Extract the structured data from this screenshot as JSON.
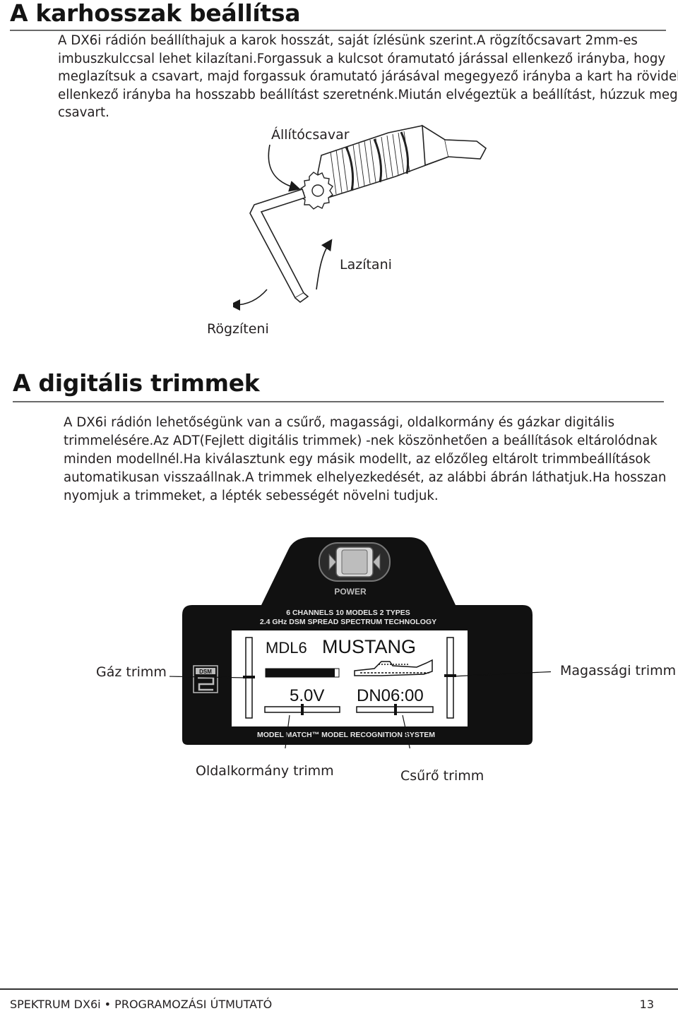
{
  "section1": {
    "title": "A karhosszak beállítsa",
    "lines": [
      "A DX6i rádión beállíthajuk a karok hosszát, saját ízlésünk szerint.A rögzítőcsavart 2mm-es",
      "imbuszkulccsal lehet kilazítani.Forgassuk a kulcsot óramutató járással ellenkező irányba, hogy",
      "meglazítsuk a csavart, majd forgassuk óramutató járásával megegyező irányba a kart ha rövidebb,",
      "ellenkező irányba ha hosszabb beállítást szeretnénk.Miután elvégeztük a beállítást, húzzuk meg a",
      "csavart."
    ],
    "labels": {
      "screw": "Állítócsavar",
      "loosen": "Lazítani",
      "tighten": "Rögzíteni"
    }
  },
  "section2": {
    "title": "A digitális trimmek",
    "lines": [
      "A DX6i rádión lehetőségünk van a csűrő, magassági, oldalkormány és gázkar digitális",
      " trimmelésére.Az ADT(Fejlett digitális trimmek) -nek köszönhetően a beállítások eltárolódnak",
      "minden modellnél.Ha kiválasztunk egy másik modellt, az előzőleg eltárolt trimmbeállítások",
      "automatikusan visszaállnak.A trimmek elhelyezkedését, az alábbi ábrán láthatjuk.Ha hosszan",
      "nyomjuk a trimmeket, a lépték sebességét növelni tudjuk."
    ]
  },
  "radio": {
    "power": "POWER",
    "spec1": "6 CHANNELS  10 MODELS  2 TYPES",
    "spec2": "2.4 GHz DSM SPREAD SPECTRUM TECHNOLOGY",
    "dsm": "DSM",
    "screen_model_no": "MDL6",
    "screen_model_name": "MUSTANG",
    "screen_voltage": "5.0V",
    "screen_timer": "DN06:00",
    "model_match": "MODEL MATCH™ MODEL RECOGNITION SYSTEM"
  },
  "callouts": {
    "throttle": "Gáz trimm",
    "elevator": "Magassági trimm",
    "rudder": "Oldalkormány trimm",
    "aileron": "Csűrő trimm"
  },
  "footer": {
    "left": "SPEKTRUM DX6i • PROGRAMOZÁSI ÚTMUTATÓ",
    "page": "13"
  },
  "colors": {
    "panel": "#111111",
    "screen": "#ffffff",
    "rule": "#6a6a6a"
  }
}
